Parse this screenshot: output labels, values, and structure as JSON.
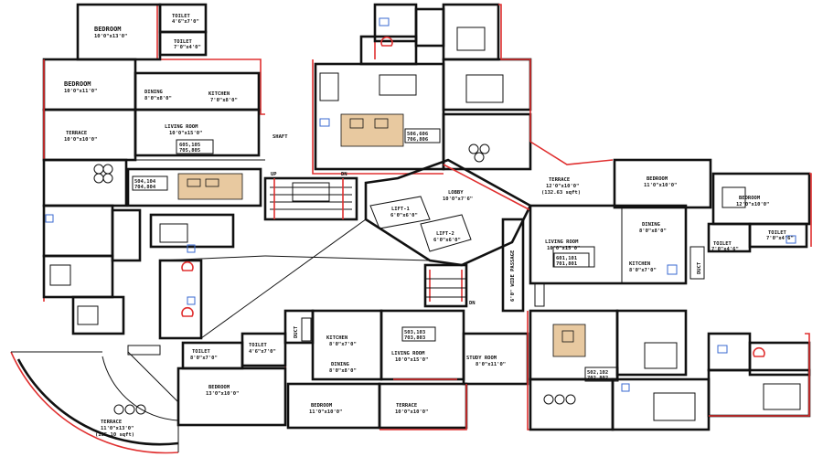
{
  "plan": {
    "rooms": {
      "bedroom_tl": {
        "name": "BEDROOM",
        "size": "10'0\"x13'0\""
      },
      "toilet_tl1": {
        "name": "TOILET",
        "size": "4'6\"x7'0\""
      },
      "toilet_tl2": {
        "name": "TOILET",
        "size": "7'0\"x4'0\""
      },
      "bedroom_l": {
        "name": "BEDROOM",
        "size": "10'0\"x11'0\""
      },
      "dining_l": {
        "name": "DINING",
        "size": "8'0\"x8'0\""
      },
      "kitchen_l": {
        "name": "KITCHEN",
        "size": "7'0\"x8'0\""
      },
      "terrace_l": {
        "name": "TERRACE",
        "size": "10'0\"x10'0\""
      },
      "living_l": {
        "name": "LIVING ROOM",
        "size": "10'0\"x15'0\""
      },
      "flat_l1": "605,105",
      "flat_l2": "705,805",
      "flat_ll1": "504,104",
      "flat_ll2": "704,804",
      "flat_tc1": "506,606",
      "flat_tc2": "706,806",
      "shaft": "SHAFT",
      "up": "UP",
      "dn": "DN",
      "lobby": {
        "name": "LOBBY",
        "size": "10'0\"x7'6\""
      },
      "lift1": {
        "name": "LIFT-1",
        "size": "6'0\"x6'0\""
      },
      "lift2": {
        "name": "LIFT-2",
        "size": "6'0\"x6'0\""
      },
      "passage": "6'0\" WIDE PASSAGE",
      "terrace_r": {
        "name": "TERRACE",
        "size": "12'0\"x10'0\"",
        "area": "(132.63 sqft)"
      },
      "bedroom_r1": {
        "name": "BEDROOM",
        "size": "11'0\"x10'0\""
      },
      "bedroom_r2": {
        "name": "BEDROOM",
        "size": "12'0\"x10'0\""
      },
      "living_r": {
        "name": "LIVING ROOM",
        "size": "10'0\"x15'0\""
      },
      "dining_r": {
        "name": "DINING",
        "size": "8'0\"x8'0\""
      },
      "toilet_r1": {
        "name": "TOILET",
        "size": "7'0\"x4'6\""
      },
      "toilet_r2": {
        "name": "TOILET",
        "size": "7'0\"x4'6\""
      },
      "flat_r1": "601,101",
      "flat_r2": "701,801",
      "kitchen_r": {
        "name": "KITCHEN",
        "size": "8'0\"x7'0\""
      },
      "duct": "DUCT",
      "kitchen_b": {
        "name": "KITCHEN",
        "size": "8'0\"x7'0\""
      },
      "dining_b": {
        "name": "DINING",
        "size": "8'0\"x8'0\""
      },
      "flat_b1": "503,103",
      "flat_b2": "703,803",
      "living_b": {
        "name": "LIVING ROOM",
        "size": "10'0\"x15'0\""
      },
      "study_b": {
        "name": "STUDY ROOM",
        "size": "8'0\"x11'0\""
      },
      "toilet_b1": {
        "name": "TOILET",
        "size": "8'0\"x7'0\""
      },
      "toilet_b2": {
        "name": "TOILET",
        "size": "4'6\"x7'0\""
      },
      "bedroom_b1": {
        "name": "BEDROOM",
        "size": "13'0\"x10'0\""
      },
      "bedroom_b2": {
        "name": "BEDROOM",
        "size": "11'0\"x10'0\""
      },
      "terrace_b": {
        "name": "TERRACE",
        "size": "10'0\"x10'0\""
      },
      "flat_br1": "502,102",
      "flat_br2": "702,802",
      "terrace_bl": {
        "name": "TERRACE",
        "size": "11'0\"x13'0\"",
        "area": "(135.10 sqft)"
      }
    },
    "colors": {
      "wall": "#111111",
      "outline": "#e03030",
      "fixture": "#3a6ad0",
      "furniture": "#e8c9a0"
    }
  }
}
